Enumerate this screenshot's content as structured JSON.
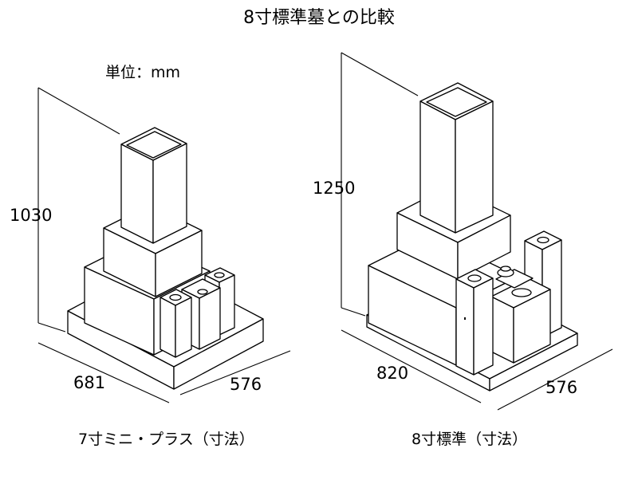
{
  "title": "8寸標準墓との比較",
  "unit": "単位：mm",
  "grave_7sun_mini_plus": {
    "caption": "7寸ミニ・プラス（寸法）",
    "height": "1030",
    "width": "681",
    "depth": "576"
  },
  "grave_8sun_standard": {
    "caption": "8寸標準（寸法）",
    "height": "1250",
    "width": "820",
    "depth": "576"
  }
}
